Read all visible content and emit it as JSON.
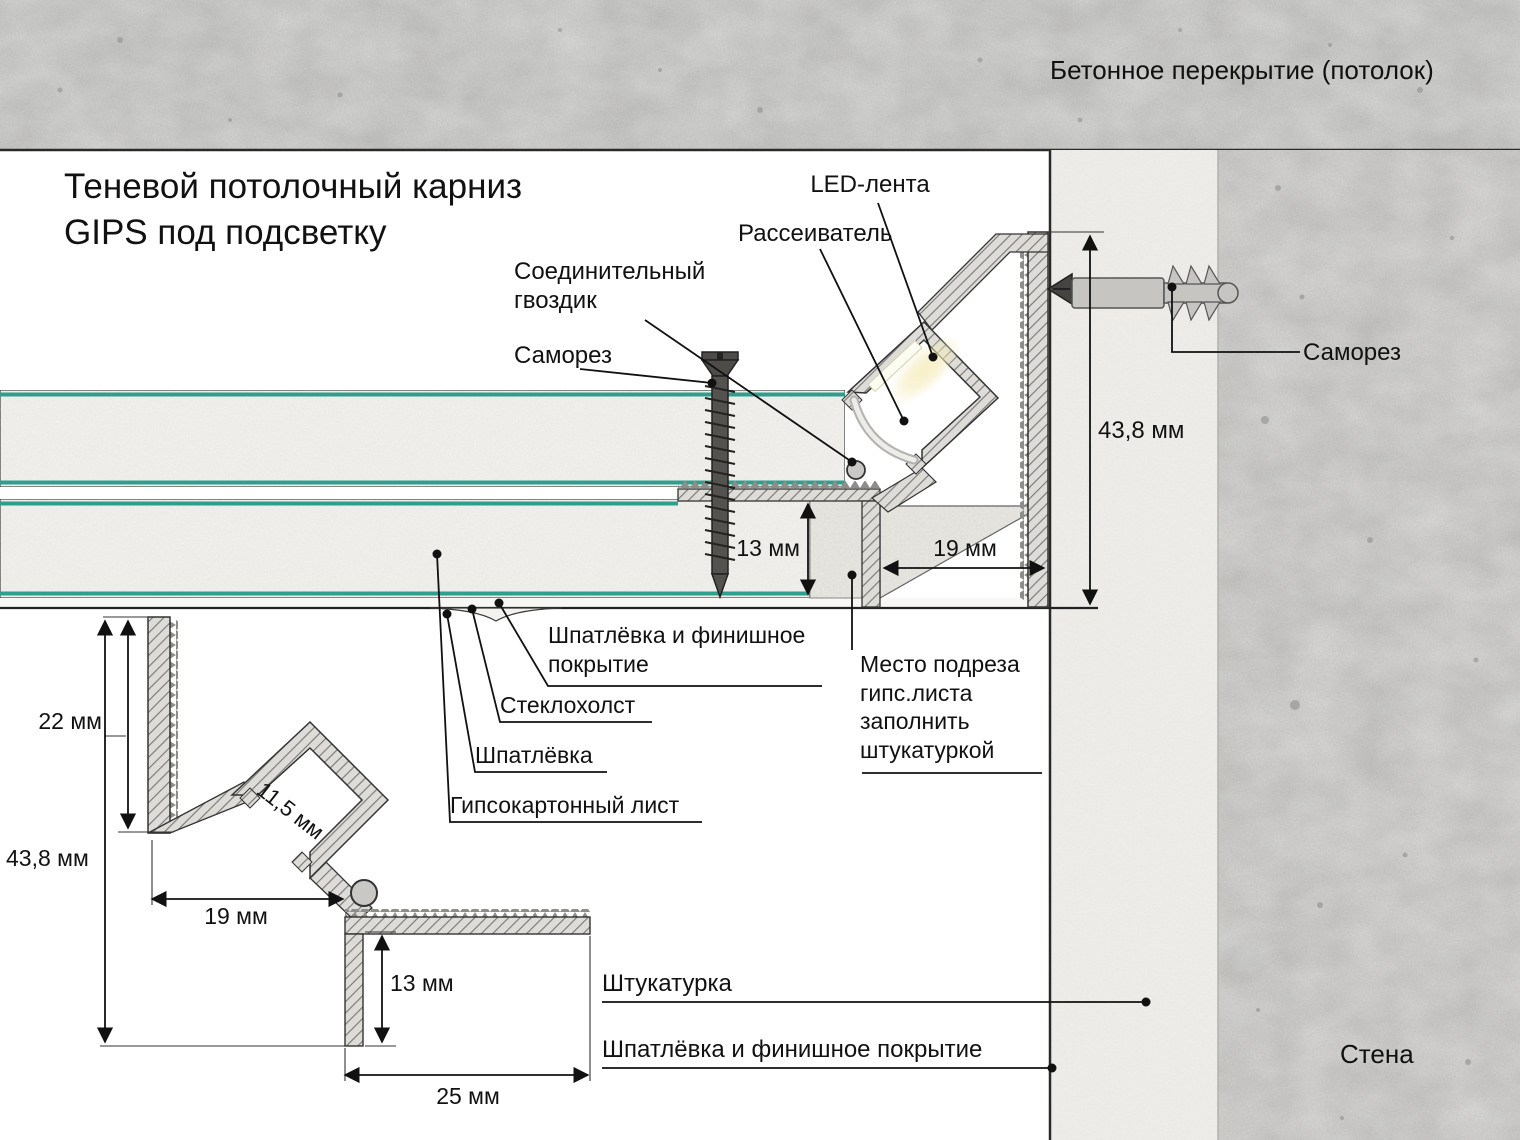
{
  "colors": {
    "drywall_face_green": "#2e9f8d",
    "led_glow": "#f6ecbe"
  },
  "title": {
    "line1": "Теневой потолочный карниз",
    "line2": "GIPS под подсветку"
  },
  "labels": {
    "ceiling": "Бетонное перекрытие (потолок)",
    "led": "LED-лента",
    "diffuser": "Рассеиватель",
    "connecting_nail": "Соединительный гвоздик",
    "screw_left": "Саморез",
    "screw_right": "Саморез",
    "putty_finish_mid": "Шпатлёвка и финишное покрытие",
    "fiberglass": "Стеклохолст",
    "putty": "Шпатлёвка",
    "drywall_sheet": "Гипсокартонный лист",
    "cut_fill": "Место подреза гипс.листа заполнить штукатуркой",
    "plaster": "Штукатурка",
    "putty_finish_bottom": "Шпатлёвка и финишное покрытие",
    "wall": "Стена"
  },
  "dimensions": {
    "main_height": "43,8 мм",
    "main_board": "13 мм",
    "main_gap": "19 мм",
    "detail_top": "22 мм",
    "detail_height": "43,8 мм",
    "detail_channel": "11,5 мм",
    "detail_width": "19 мм",
    "detail_board": "13 мм",
    "detail_base": "25 мм"
  }
}
